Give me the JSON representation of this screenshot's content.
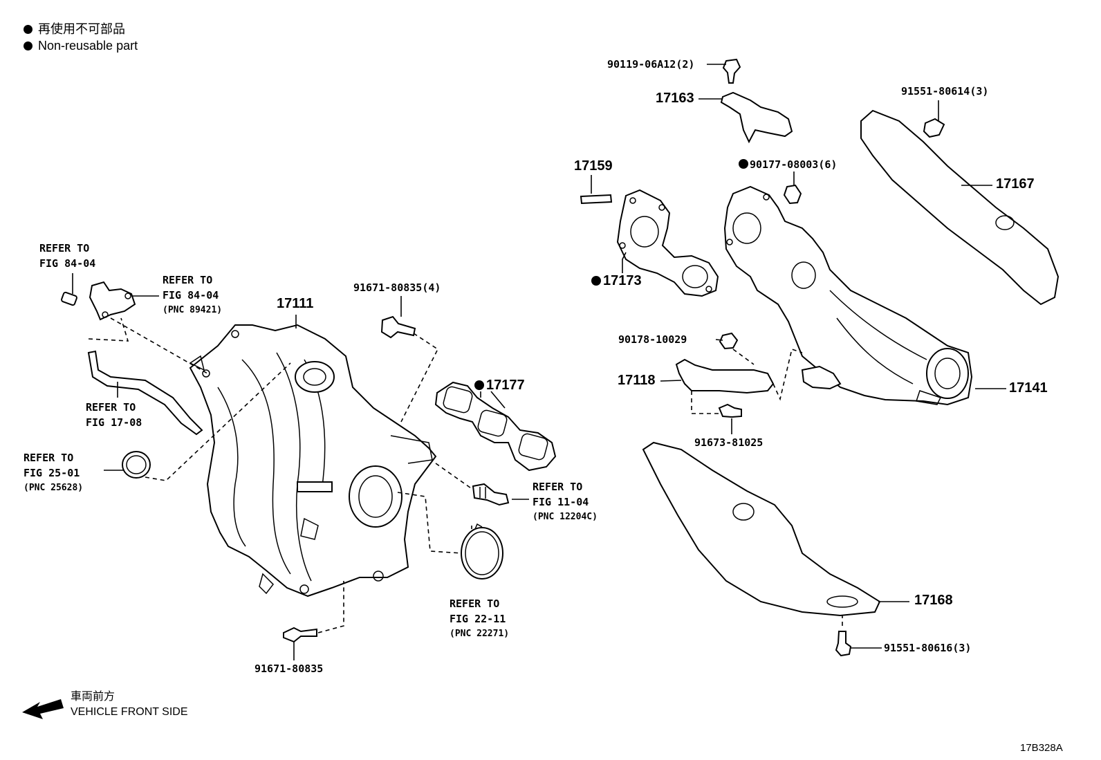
{
  "legend": {
    "jp": "再使用不可部品",
    "en": "Non-reusable part"
  },
  "parts": {
    "p17111": "17111",
    "p17177": "17177",
    "p17173": "17173",
    "p17159": "17159",
    "p17163": "17163",
    "p17167": "17167",
    "p17118": "17118",
    "p17141": "17141",
    "p17168": "17168",
    "bolt_90119": "90119-06A12(2)",
    "bolt_91551_a": "91551-80614(3)",
    "nut_90177": "90177-08003(6)",
    "nut_90178": "90178-10029",
    "bolt_91673": "91673-81025",
    "bolt_91551_b": "91551-80616(3)",
    "bolt_91671_a": "91671-80835(4)",
    "bolt_91671_b": "91671-80835"
  },
  "refs": {
    "r1": {
      "line1": "REFER TO",
      "line2": "FIG 84-04"
    },
    "r2": {
      "line1": "REFER TO",
      "line2": "FIG 84-04",
      "line3": "(PNC 89421)"
    },
    "r3": {
      "line1": "REFER TO",
      "line2": "FIG 17-08"
    },
    "r4": {
      "line1": "REFER TO",
      "line2": "FIG 25-01",
      "line3": "(PNC 25628)"
    },
    "r5": {
      "line1": "REFER TO",
      "line2": "FIG 11-04",
      "line3": "(PNC 12204C)"
    },
    "r6": {
      "line1": "REFER TO",
      "line2": "FIG 22-11",
      "line3": "(PNC 22271)"
    }
  },
  "footer": {
    "front_jp": "車両前方",
    "front_en": "VEHICLE FRONT SIDE",
    "figure_code": "17B328A"
  },
  "icons": [
    "bullet-dot-icon",
    "front-arrow-icon"
  ]
}
